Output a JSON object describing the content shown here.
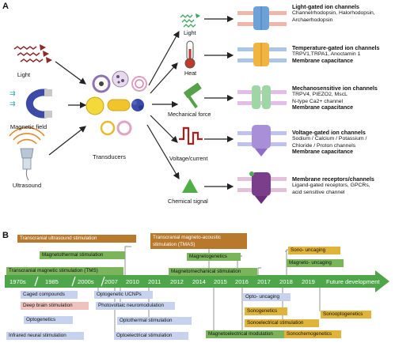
{
  "panel_a": {
    "label": "A",
    "sources": [
      "Light",
      "Magnetic field",
      "Ultrasound"
    ],
    "center_label": "Transducers",
    "stimuli": [
      "Light",
      "Heat",
      "Mechanical force",
      "Voltage/current",
      "Chemical signal"
    ],
    "channels": [
      {
        "title": "Light-gated ion channels",
        "lines": [
          "Channelrhodopsin, Halorhodopsin,",
          "Archaerhodopsin"
        ],
        "extra": ""
      },
      {
        "title": "Temperature-gated ion channels",
        "lines": [
          "TRPV1,TRPA1, Anoctamin 1"
        ],
        "extra": "Membrane capacitance"
      },
      {
        "title": "Mechanosensitive ion channels",
        "lines": [
          "TRPV4, PIEZO2, MscL",
          "N-type Ca2+ channel"
        ],
        "extra": "Membrane capacitance"
      },
      {
        "title": "Voltage-gated ion channels",
        "lines": [
          " Sodium / Calcium / Potassium /",
          "Chloride / Proton channels"
        ],
        "extra": "Membrane capacitance"
      },
      {
        "title": "Membrane receptors/channels",
        "lines": [
          "Ligand-gated receptors, GPCRs,",
          "acid sensitive channel"
        ],
        "extra": ""
      }
    ]
  },
  "panel_b": {
    "label": "B",
    "years": [
      "1970s",
      "1985",
      "2000s",
      "2007",
      "2010",
      "2011",
      "2012",
      "2014",
      "2015",
      "2016",
      "2017",
      "2018",
      "2019"
    ],
    "future": "Future development",
    "above": [
      {
        "text": "Transcranial ultrasound stimulation",
        "color": "#b8792c"
      },
      {
        "text": "Magnetothermal stimulation",
        "color": "#7ab55b"
      },
      {
        "text": "Transcranial magnetic stimulation (TMS)",
        "color": "#7ab55b"
      },
      {
        "text": "Transcranial magneto-acoustic",
        "text2": "stimulation (TMAS)",
        "color": "#b8792c"
      },
      {
        "text": "Magnetogenetics",
        "color": "#7ab55b"
      },
      {
        "text": "Magnetomechanical stimulation",
        "color": "#7ab55b"
      },
      {
        "text": "Sono- uncaging",
        "color": "#e0b43a"
      },
      {
        "text": "Magneto- uncaging",
        "color": "#7ab55b"
      }
    ],
    "below": [
      {
        "text": "Caged compounds",
        "color": "#c7d3ee"
      },
      {
        "text": "Deep brain stimulation",
        "color": "#efc2bd"
      },
      {
        "text": "Optogenetics",
        "color": "#c7d3ee"
      },
      {
        "text": "Infrared neural stimulation",
        "color": "#c7d3ee"
      },
      {
        "text": "Optogenetic UCNPs",
        "color": "#c7d3ee"
      },
      {
        "text": "Photovoltaic neuromodulation",
        "color": "#c7d3ee"
      },
      {
        "text": "Optothermal  stimulation",
        "color": "#c7d3ee"
      },
      {
        "text": "Optoelectrical stimulation",
        "color": "#c7d3ee"
      },
      {
        "text": "Opto- uncaging",
        "color": "#c7d3ee"
      },
      {
        "text": "Sonogenetics",
        "color": "#e0b43a"
      },
      {
        "text": "Sonoelectrical stimulation",
        "color": "#e0b43a"
      },
      {
        "text": "Magnetoelectrical modulation",
        "color": "#7ab55b"
      },
      {
        "text": "Sonochemogenetics",
        "color": "#e0b43a"
      },
      {
        "text": "Sonooptogenetics",
        "color": "#e0b43a"
      }
    ]
  }
}
